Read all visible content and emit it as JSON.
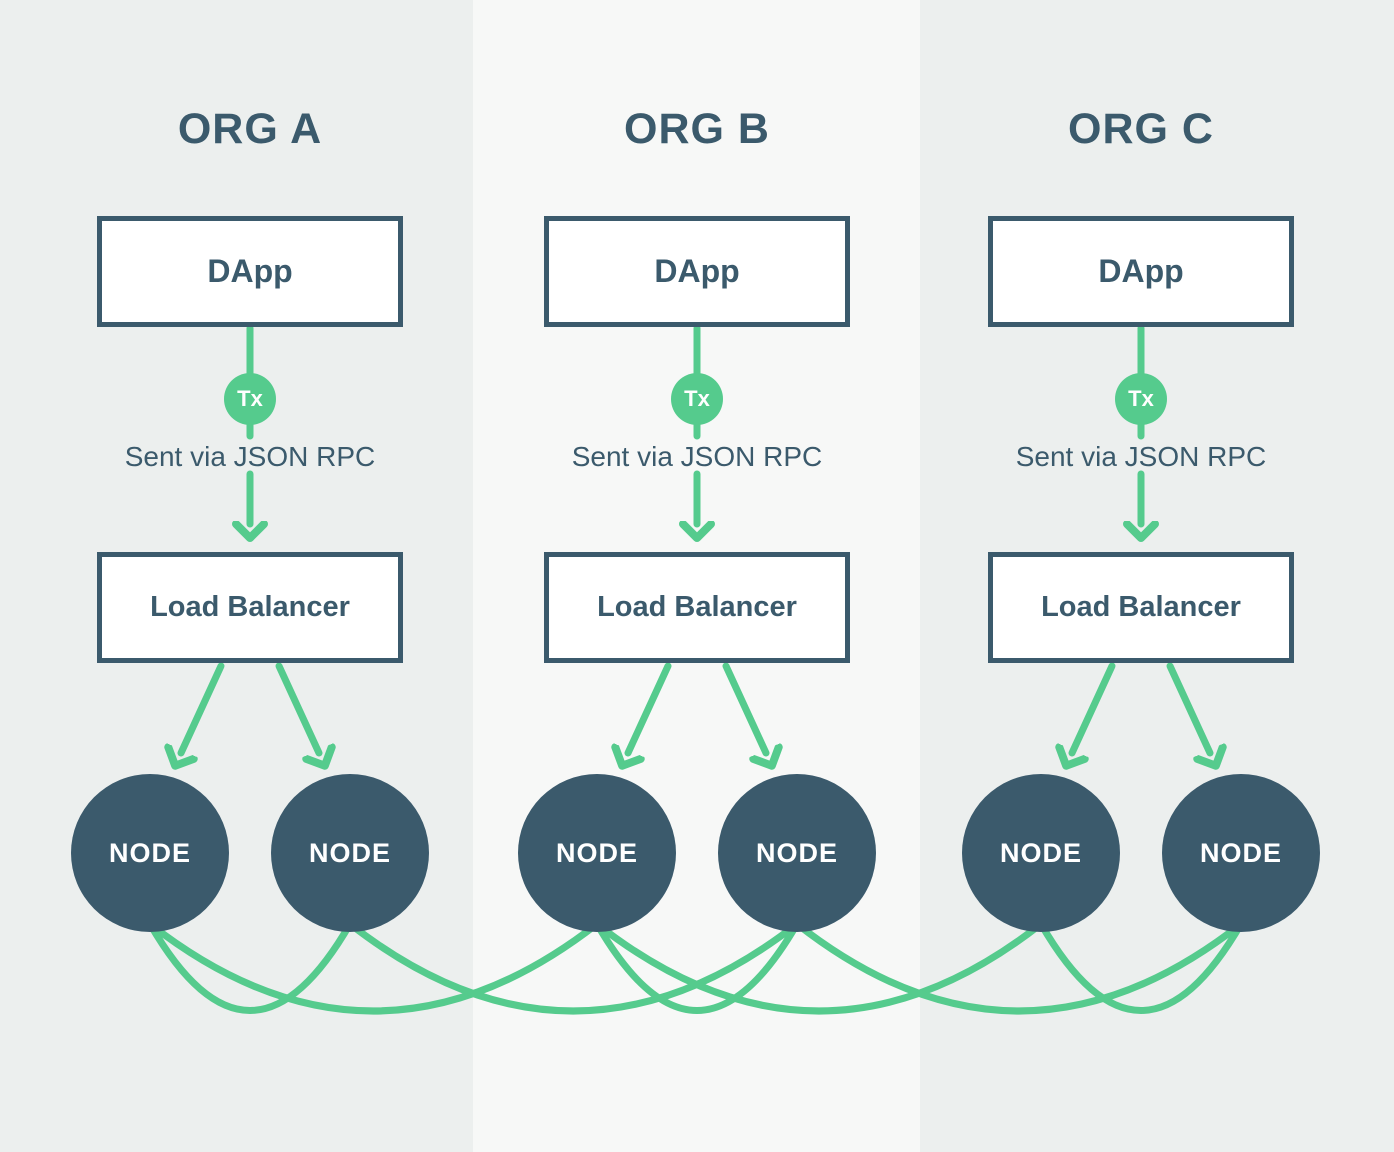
{
  "colors": {
    "slate": "#3b5a6c",
    "green": "#55cb8d",
    "bg_outer": "#ecefee",
    "bg_middle": "#f7f8f7",
    "box_fill": "#ffffff",
    "label_on_dark": "#ffffff"
  },
  "orgs": [
    {
      "title": "ORG A",
      "dapp": "DApp",
      "tx": "Tx",
      "note": "Sent via JSON RPC",
      "load_balancer": "Load Balancer",
      "nodes": [
        "NODE",
        "NODE"
      ]
    },
    {
      "title": "ORG B",
      "dapp": "DApp",
      "tx": "Tx",
      "note": "Sent via JSON RPC",
      "load_balancer": "Load Balancer",
      "nodes": [
        "NODE",
        "NODE"
      ]
    },
    {
      "title": "ORG C",
      "dapp": "DApp",
      "tx": "Tx",
      "note": "Sent via JSON RPC",
      "load_balancer": "Load Balancer",
      "nodes": [
        "NODE",
        "NODE"
      ]
    }
  ]
}
